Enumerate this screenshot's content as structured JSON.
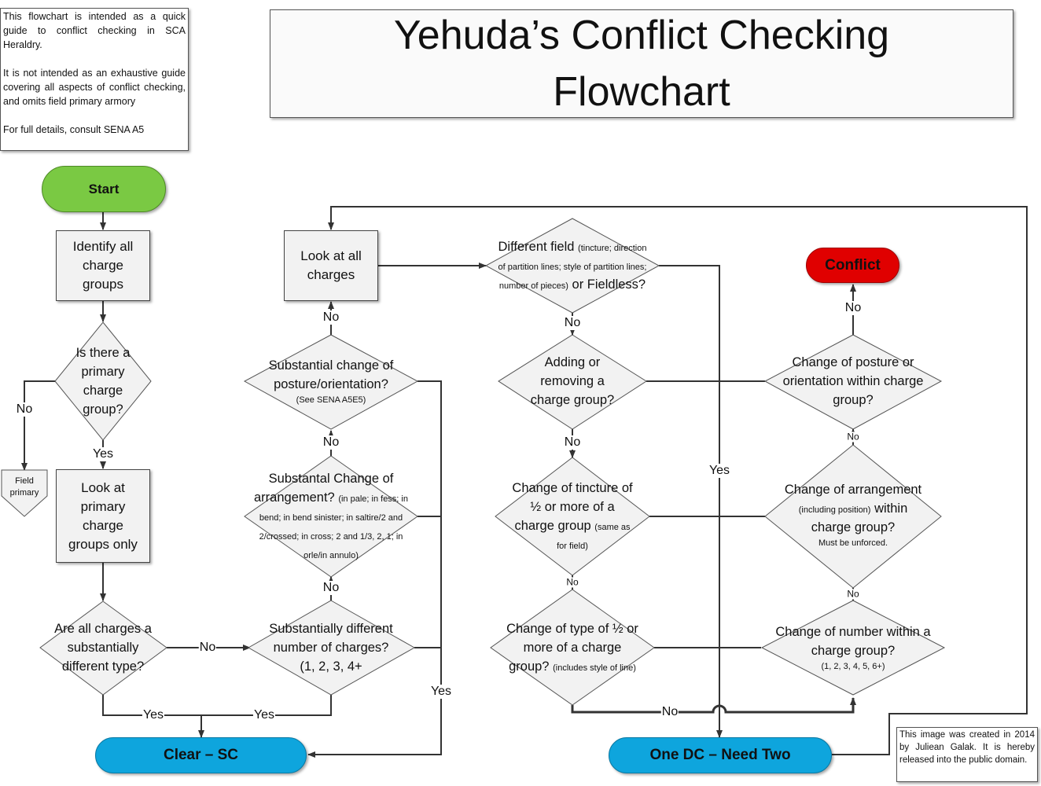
{
  "title": "Yehuda’s Conflict Checking Flowchart",
  "intro_note": [
    "This flowchart is intended as a quick guide to conflict checking in SCA Heraldry.",
    "It is not intended as an exhaustive guide covering all aspects of conflict checking, and omits field primary armory",
    "For full details, consult SENA A5"
  ],
  "credit_note": "This image was created in 2014 by Juliean Galak. It is hereby released into the public domain.",
  "colors": {
    "start": "#7ac943",
    "conflict": "#e00000",
    "terminal_blue": "#0ea5dd",
    "shape_fill": "#f2f2f2",
    "line": "#333333"
  },
  "nodes": {
    "start": "Start",
    "identify": "Identify all charge groups",
    "is_primary": "Is there a primary charge group?",
    "field_primary": "Field primary",
    "look_primary": "Look at primary charge groups only",
    "all_charges_type": "Are all charges a substantially different type?",
    "diff_number": "Substantially different number of charges? (1, 2, 3, 4+",
    "clear_sc": "Clear – SC",
    "arrangement_main": "Substantal Change of arrangement?",
    "arrangement_sub": "(in pale; in fess; in bend; in bend sinister; in saltire/2 and 2/crossed; in cross; 2 and 1/3, 2, 1; in orle/in annulo)",
    "posture_main": "Substantial change of posture/orientation?",
    "posture_sub": "(See SENA A5E5)",
    "look_all": "Look at all charges",
    "diff_field_main_a": "Different field",
    "diff_field_sub": "(tincture; direction of partition lines; style of partition lines; number of pieces)",
    "diff_field_main_b": "or Fieldless?",
    "adding": "Adding or removing a charge group?",
    "tincture_main": "Change of tincture of ½ or more of a charge group",
    "tincture_sub": "(same as for field)",
    "type_main": "Change of type of ½ or more of a charge group?",
    "type_sub": "(includes style of line)",
    "one_dc": "One DC – Need Two",
    "conflict": "Conflict",
    "posture_within": "Change of posture or orientation within charge group?",
    "arr_within_a": "Change of arrangement",
    "arr_within_sub": "(including position)",
    "arr_within_b": "within charge group?",
    "arr_within_note": "Must be unforced.",
    "number_within": "Change of number within a charge group?",
    "number_within_sub": "(1, 2, 3, 4, 5, 6+)"
  },
  "labels": {
    "yes": "Yes",
    "no": "No"
  }
}
